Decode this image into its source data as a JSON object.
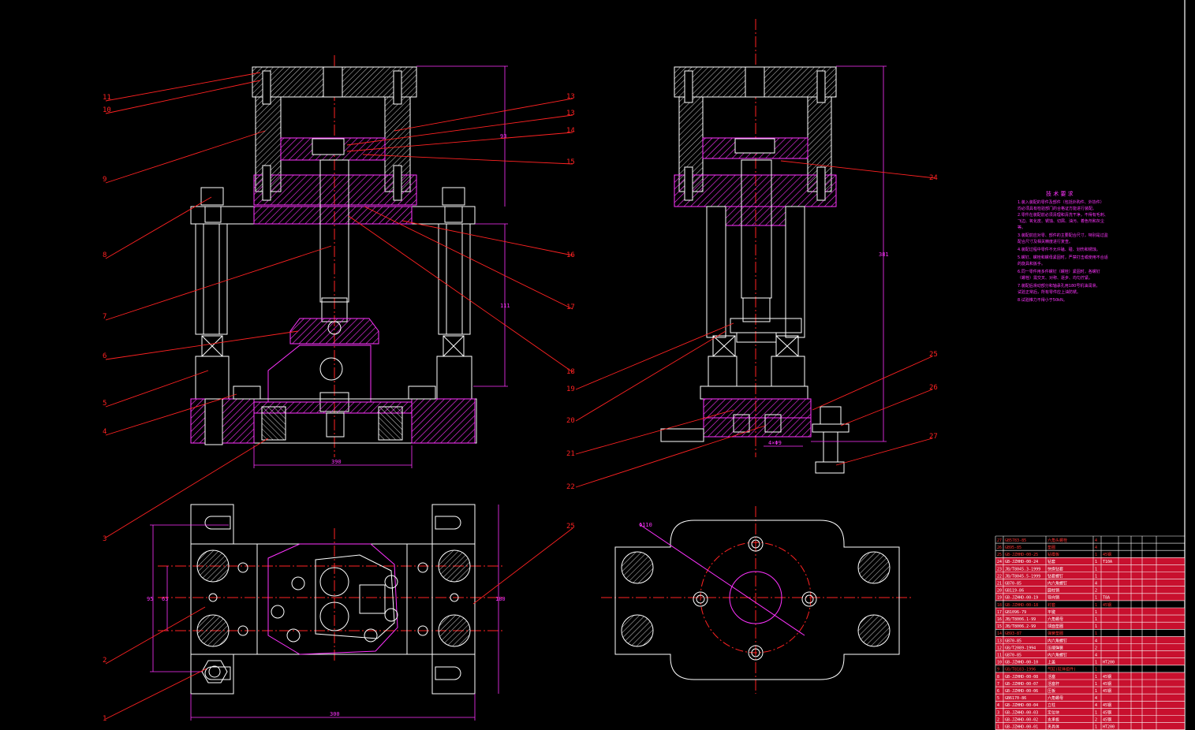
{
  "drawing": {
    "background": "#000000",
    "colors": {
      "outline": "#ffffff",
      "section": "#ff33ff",
      "leader": "#ff2222",
      "center": "#ff2222",
      "dimension": "#ff33ff"
    },
    "views": [
      {
        "id": "front-section-view"
      },
      {
        "id": "side-section-view"
      },
      {
        "id": "plan-view"
      },
      {
        "id": "base-plate-view"
      }
    ]
  },
  "callouts_front": [
    "11",
    "10",
    "9",
    "8",
    "7",
    "6",
    "5",
    "4",
    "3",
    "2",
    "1",
    "13",
    "13",
    "14",
    "15",
    "16",
    "17",
    "18",
    "25"
  ],
  "callouts_side": [
    "24",
    "19",
    "20",
    "21",
    "22",
    "25",
    "26",
    "27"
  ],
  "dimensions": {
    "front_width": "390",
    "front_height_upper": "93",
    "front_height_lower": "111",
    "plan_width": "300",
    "plan_height_left": "95",
    "plan_height_inner": "63",
    "plan_height_right": "180",
    "side_height": "381",
    "side_sub": "4×Φ9",
    "base_dia": "Φ110"
  },
  "technical_requirements": {
    "title": "技 术 要 求",
    "lines": [
      "1.装入装配的零件及部件（包括外购件、外协件）",
      "  均必须具有检验部门的合格证方能进行装配。",
      "2.零件在装配前必须清理和清洗干净，不得有毛刺、",
      "  飞边、氧化皮、锈蚀、切屑、油污、着色剂和灰尘",
      "  等。",
      "3.装配前应对零、部件的主要配合尺寸，特别是过盈",
      "  配合尺寸及相关精度进行复查。",
      "4.装配过程中零件不允许磕、碰、划伤和锈蚀。",
      "5.螺钉、螺栓和螺母紧固时，严禁打击或使用不合适",
      "  的旋具和扳手。",
      "6.同一零件用多件螺钉（螺栓）紧固时，各螺钉",
      "  （螺栓）需交叉、对称、逐步、均匀拧紧。",
      "7.装配后滑动部分和轴承孔用180号机油润滑，",
      "  试验正常后，所有零件应上油防锈。",
      "8.试验推力不得小于50kN。"
    ]
  },
  "bom": {
    "rows": [
      {
        "no": "27",
        "code": "GB5783-85",
        "name": "六角头螺栓",
        "qty": "4",
        "mat": "",
        "hl": false
      },
      {
        "no": "26",
        "code": "GB95-85",
        "name": "垫圈",
        "qty": "4",
        "mat": "",
        "hl": false
      },
      {
        "no": "25",
        "code": "GB-JZHHD-00-25",
        "name": "钻模板",
        "qty": "1",
        "mat": "45钢",
        "hl": false
      },
      {
        "no": "24",
        "code": "GB-JZHHD-00-24",
        "name": "钻套",
        "qty": "1",
        "mat": "T10A",
        "hl": true
      },
      {
        "no": "23",
        "code": "JB/T8045.3-1999",
        "name": "快换钻套",
        "qty": "1",
        "mat": "",
        "hl": true
      },
      {
        "no": "22",
        "code": "JB/T8045.5-1999",
        "name": "钻套螺钉",
        "qty": "1",
        "mat": "",
        "hl": true
      },
      {
        "no": "21",
        "code": "GB70-85",
        "name": "内六角螺钉",
        "qty": "4",
        "mat": "",
        "hl": true
      },
      {
        "no": "20",
        "code": "GB119-86",
        "name": "圆柱销",
        "qty": "2",
        "mat": "",
        "hl": true
      },
      {
        "no": "19",
        "code": "GB-JZHHD-00-19",
        "name": "导向销",
        "qty": "1",
        "mat": "T8A",
        "hl": true
      },
      {
        "no": "18",
        "code": "GB-JZHHD-00-18",
        "name": "衬套",
        "qty": "1",
        "mat": "45钢",
        "hl": false
      },
      {
        "no": "17",
        "code": "GB1096-79",
        "name": "平键",
        "qty": "1",
        "mat": "",
        "hl": true
      },
      {
        "no": "16",
        "code": "JB/T8006.1-99",
        "name": "六角螺母",
        "qty": "1",
        "mat": "",
        "hl": true
      },
      {
        "no": "15",
        "code": "JB/T8006.2-99",
        "name": "球面垫圈",
        "qty": "1",
        "mat": "",
        "hl": true
      },
      {
        "no": "14",
        "code": "GB93-87",
        "name": "弹簧垫圈",
        "qty": "1",
        "mat": "",
        "hl": false
      },
      {
        "no": "13",
        "code": "GB70-85",
        "name": "内六角螺钉",
        "qty": "4",
        "mat": "",
        "hl": true
      },
      {
        "no": "12",
        "code": "GB/T2089-1994",
        "name": "压缩弹簧",
        "qty": "2",
        "mat": "",
        "hl": true
      },
      {
        "no": "11",
        "code": "GB70-85",
        "name": "内六角螺钉",
        "qty": "4",
        "mat": "",
        "hl": true
      },
      {
        "no": "10",
        "code": "GB-JZHHD-00-10",
        "name": "上盖",
        "qty": "1",
        "mat": "HT200",
        "hl": true
      },
      {
        "no": "9",
        "code": "GB/T8183-1996",
        "name": "气缸(缸体组件)",
        "qty": "1",
        "mat": "",
        "hl": false
      },
      {
        "no": "8",
        "code": "GB-JZHHD-00-08",
        "name": "活塞",
        "qty": "1",
        "mat": "45钢",
        "hl": true
      },
      {
        "no": "7",
        "code": "GB-JZHHD-00-07",
        "name": "活塞杆",
        "qty": "1",
        "mat": "45钢",
        "hl": true
      },
      {
        "no": "6",
        "code": "GB-JZHHD-00-06",
        "name": "压板",
        "qty": "1",
        "mat": "45钢",
        "hl": true
      },
      {
        "no": "5",
        "code": "GB6170-86",
        "name": "六角螺母",
        "qty": "4",
        "mat": "",
        "hl": true
      },
      {
        "no": "4",
        "code": "GB-JZHHD-00-04",
        "name": "立柱",
        "qty": "4",
        "mat": "45钢",
        "hl": true
      },
      {
        "no": "3",
        "code": "GB-JZHHD-00-03",
        "name": "定位块",
        "qty": "1",
        "mat": "45钢",
        "hl": true
      },
      {
        "no": "2",
        "code": "GB-JZHHD-00-02",
        "name": "支承板",
        "qty": "2",
        "mat": "45钢",
        "hl": true
      },
      {
        "no": "1",
        "code": "GB-JZHHD-00-01",
        "name": "夹具体",
        "qty": "1",
        "mat": "HT200",
        "hl": true
      }
    ]
  }
}
